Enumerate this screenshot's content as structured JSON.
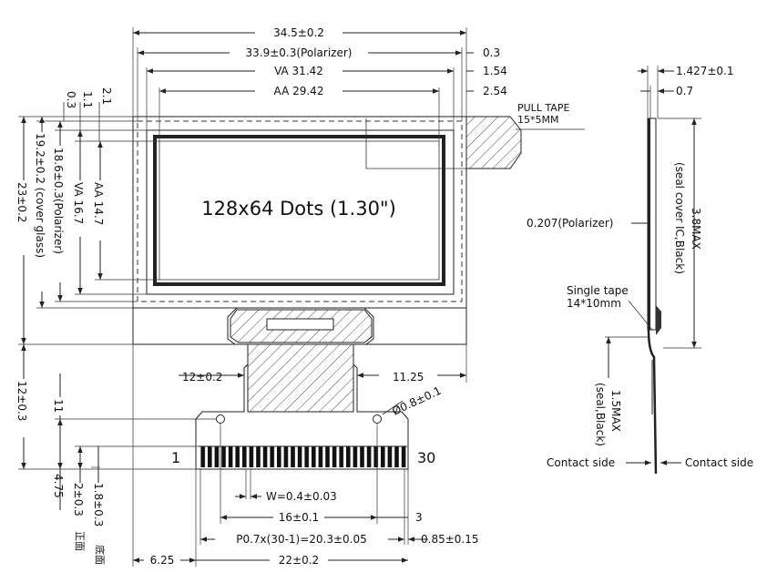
{
  "front_view": {
    "dim_total_width": "34.5±0.2",
    "dim_polarizer_width": "33.9±0.3(Polarizer)",
    "dim_va_width": "VA 31.42",
    "dim_aa_width": "AA 29.42",
    "dim_0_3_right": "0.3",
    "dim_1_54": "1.54",
    "dim_2_54": "2.54",
    "dim_left_0_3": "0.3",
    "dim_left_1_1": "1.1",
    "dim_left_2_1": "2.1",
    "dim_cover_glass": "19.2±0.2 (cover glass)",
    "dim_polarizer_height": "18.6±0.3(Polarizer)",
    "dim_va_height": "VA 16.7",
    "dim_aa_height": "AA 14.7",
    "dim_total_height": "23±0.2",
    "display_label": "128x64 Dots (1.30\")",
    "pull_tape": "PULL TAPE",
    "pull_tape_size": "15*5MM",
    "dim_fpc_width": "12±0.2",
    "dim_11_25": "11.25",
    "dim_hole": "Ø0.8±0.1",
    "dim_tail_height": "12±0.3",
    "dim_11": "11",
    "dim_4_75": "4.75",
    "dim_2_0_3": "2±0.3",
    "dim_1_8_0_3": "1.8±0.3",
    "side_cn_front": "正面",
    "side_cn_back": "底面",
    "pin_first": "1",
    "pin_last": "30",
    "dim_w": "W=0.4±0.03",
    "dim_16": "16±0.1",
    "dim_3": "3",
    "dim_pitch": "P0.7x(30-1)=20.3±0.05",
    "dim_0_85": "0.85±0.15",
    "dim_6_25": "6.25",
    "dim_22": "22±0.2"
  },
  "side_view": {
    "dim_thickness": "1.427±0.1",
    "dim_0_7": "0.7",
    "dim_polarizer": "0.207(Polarizer)",
    "dim_max_seal": "3.8MAX",
    "seal_note": "(seal cover IC,Black)",
    "single_tape": "Single tape",
    "single_tape_size": "14*10mm",
    "dim_1_5max": "1.5MAX",
    "seal_black": "(seal,Black)",
    "contact_left": "Contact side",
    "contact_right": "Contact side"
  }
}
